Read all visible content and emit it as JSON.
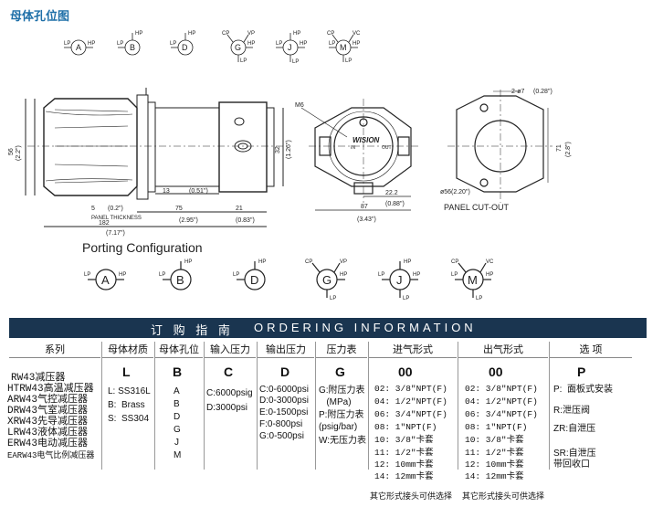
{
  "heading": "母体孔位图",
  "ports": {
    "A": "A",
    "B": "B",
    "D": "D",
    "G": "G",
    "J": "J",
    "M": "M",
    "LP": "LP",
    "HP": "HP",
    "CP": "CP",
    "VP": "VP",
    "VC": "VC"
  },
  "dimensions": {
    "d1": "5",
    "d1_in": "(0.2\")",
    "d2": "13",
    "d2_in": "(0.51\")",
    "d3": "75",
    "d3_in": "(2.95\")",
    "d4": "21",
    "d4_in": "(0.83\")",
    "d5": "182",
    "d5_in": "(7.17\")",
    "d6": "87",
    "d6_in": "(3.43\")",
    "d7": "22.2",
    "d7_in": "(0.88\")",
    "d8": "56",
    "d8_in": "(2.2\")",
    "d9": "71",
    "d9_in": "(2.8\")",
    "d10": "32",
    "d10_in": "(1.26\")",
    "d11": "2-ø7",
    "d11_in": "(0.28\")",
    "d12": "ø56",
    "d12_in": "(2.20\")",
    "d13": "5",
    "d13_in": "(0.2\")",
    "thread": "M6",
    "panel_thickness": "PANEL THICKNESS",
    "panel_cutout": "PANEL CUT-OUT",
    "brand": "WISION",
    "in_label": "IN",
    "out_label": "OUT"
  },
  "porting_configuration": "Porting Configuration",
  "ordering": {
    "title_cn": "订 购 指 南",
    "title_en": "ORDERING INFORMATION",
    "columns": [
      "系列",
      "母体材质",
      "母体孔位",
      "输入压力",
      "输出压力",
      "压力表",
      "进气形式",
      "出气形式",
      "选 项"
    ],
    "codes": [
      "L",
      "B",
      "C",
      "D",
      "G",
      "00",
      "00",
      "P"
    ],
    "series": [
      "RW43减压器",
      "HTRW43高温减压器",
      "ARW43气控减压器",
      "DRW43气室减压器",
      "XRW43先导减压器",
      "LRW43液体减压器",
      "ERW43电动减压器",
      "EARW43电气比例减压器"
    ],
    "material": [
      "L: SS316L",
      "B:  Brass",
      "S:  SS304"
    ],
    "port_positions": [
      "A",
      "B",
      "D",
      "G",
      "J",
      "M"
    ],
    "input_pressure": [
      "C:6000psig",
      "D:3000psi"
    ],
    "output_pressure": [
      "C:0-6000psi",
      "D:0-3000psi",
      "E:0-1500psi",
      "F:0-800psi",
      "G:0-500psi"
    ],
    "gauge": [
      "G:附压力表",
      "   (MPa)",
      "P:附压力表",
      "(psig/bar)",
      "W:无压力表"
    ],
    "inlet": [
      "02: 3/8\"NPT(F)",
      "04: 1/2\"NPT(F)",
      "06: 3/4\"NPT(F)",
      "08: 1\"NPT(F)",
      "10: 3/8\"卡套",
      "11: 1/2\"卡套",
      "12: 10mm卡套",
      "14: 12mm卡套"
    ],
    "outlet": [
      "02: 3/8\"NPT(F)",
      "04: 1/2\"NPT(F)",
      "06: 3/4\"NPT(F)",
      "08: 1\"NPT(F)",
      "10: 3/8\"卡套",
      "11: 1/2\"卡套",
      "12: 10mm卡套",
      "14: 12mm卡套"
    ],
    "options": [
      "P:  面板式安装",
      "R:泄压阀",
      "ZR:自泄压",
      "SR:自泄压",
      "带回收口"
    ],
    "footnote_inlet": "其它形式接头可供选择",
    "footnote_outlet": "其它形式接头可供选择"
  }
}
